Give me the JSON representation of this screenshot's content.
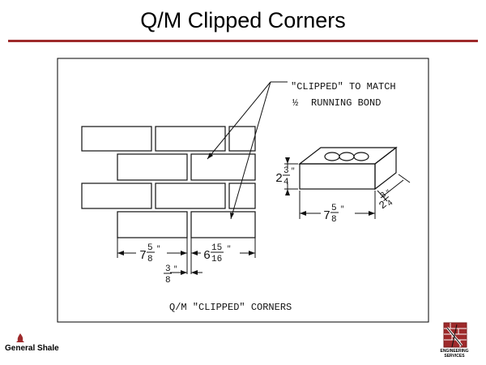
{
  "slide": {
    "title": "Q/M Clipped Corners"
  },
  "drawing": {
    "note_line_1": "\"CLIPPED\" TO MATCH",
    "note_line_2_fraction": "½",
    "note_line_2_text": "RUNNING BOND",
    "caption": "Q/M \"CLIPPED\" CORNERS",
    "dim_full_brick": {
      "whole": "7",
      "num": "5",
      "den": "8",
      "unit": "\""
    },
    "dim_clipped_brick": {
      "whole": "6",
      "num": "15",
      "den": "16",
      "unit": "\""
    },
    "dim_joint": {
      "num": "3",
      "den": "8",
      "unit": "\""
    },
    "dim_height": {
      "whole": "2",
      "num": "3",
      "den": "4",
      "unit": "\""
    },
    "dim_length": {
      "whole": "7",
      "num": "5",
      "den": "8",
      "unit": "\""
    },
    "dim_width": {
      "whole": "2",
      "num": "3",
      "den": "4",
      "unit": "\""
    }
  },
  "branding": {
    "company_name": "General Shale",
    "badge_line_1": "ENGINEERING",
    "badge_line_2": "SERVICES",
    "brand_color": "#9e2a2b"
  }
}
